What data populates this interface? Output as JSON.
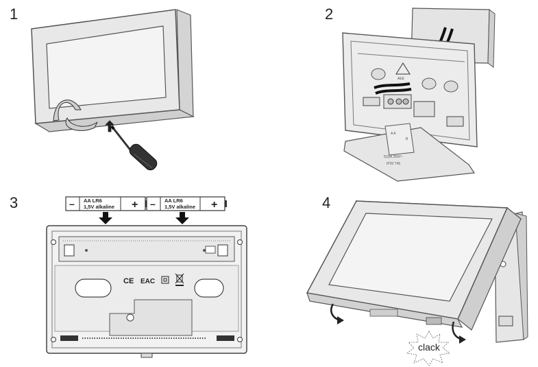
{
  "steps": [
    {
      "number": "1"
    },
    {
      "number": "2"
    },
    {
      "number": "3"
    },
    {
      "number": "4"
    }
  ],
  "battery": {
    "label_line1": "AA LR6",
    "label_line2": "1,5V alkaline",
    "minus": "–",
    "plus": "+"
  },
  "marks": {
    "ce": "CE",
    "eac": "EAC",
    "class2": "⧈"
  },
  "plate_text": {
    "line1": "5(3)A 250V~",
    "line2": "IP20 T45"
  },
  "base_text": "AEE",
  "sound": "clack",
  "colors": {
    "outline": "#555555",
    "housing": "#e6e6e6",
    "screen": "#f3f3f3",
    "dark": "#222222"
  }
}
